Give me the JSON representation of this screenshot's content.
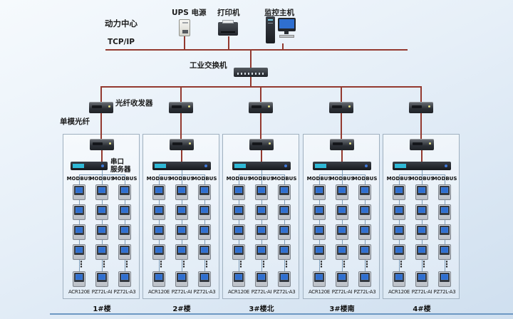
{
  "header": {
    "center_label": "动力中心",
    "tcpip_label": "TCP/IP",
    "switch_label": "工业交换机",
    "devices": [
      {
        "name": "ups",
        "label": "UPS 电源"
      },
      {
        "name": "printer",
        "label": "打印机"
      },
      {
        "name": "host",
        "label": "监控主机"
      }
    ]
  },
  "network": {
    "fiber_transceiver_label": "光纤收发器",
    "single_mode_fiber_label": "单模光纤",
    "serial_server_label": [
      "串口",
      "服务器"
    ]
  },
  "groups": [
    {
      "name": "1#楼",
      "bus_labels": [
        "MODBUS",
        "MODBUS",
        "MODBUS"
      ],
      "meter_labels": [
        "ACR120E",
        "PZ72L-AI",
        "PZ72L-A3"
      ]
    },
    {
      "name": "2#楼",
      "bus_labels": [
        "MODBUS",
        "MODBUS",
        "MODBUS"
      ],
      "meter_labels": [
        "ACR120E",
        "PZ72L-AI",
        "PZ72L-A3"
      ]
    },
    {
      "name": "3#楼北",
      "bus_labels": [
        "MODBUS",
        "MODBUS",
        "MODBUS"
      ],
      "meter_labels": [
        "ACR120E",
        "PZ72L-AI",
        "PZ72L-A3"
      ]
    },
    {
      "name": "3#楼南",
      "bus_labels": [
        "MODBUS",
        "MODBUS",
        "MODBUS"
      ],
      "meter_labels": [
        "ACR120E",
        "PZ72L-AI",
        "PZ72L-A3"
      ]
    },
    {
      "name": "4#楼",
      "bus_labels": [
        "MODBUS",
        "MODBUS",
        "MODBUS"
      ],
      "meter_labels": [
        "ACR120E",
        "PZ72L-AI",
        "PZ72L-A3"
      ]
    }
  ],
  "colors": {
    "trunk_line": "#93392f",
    "modbus_line": "#7f9db8",
    "screen_blue": "#2f6fd0"
  }
}
